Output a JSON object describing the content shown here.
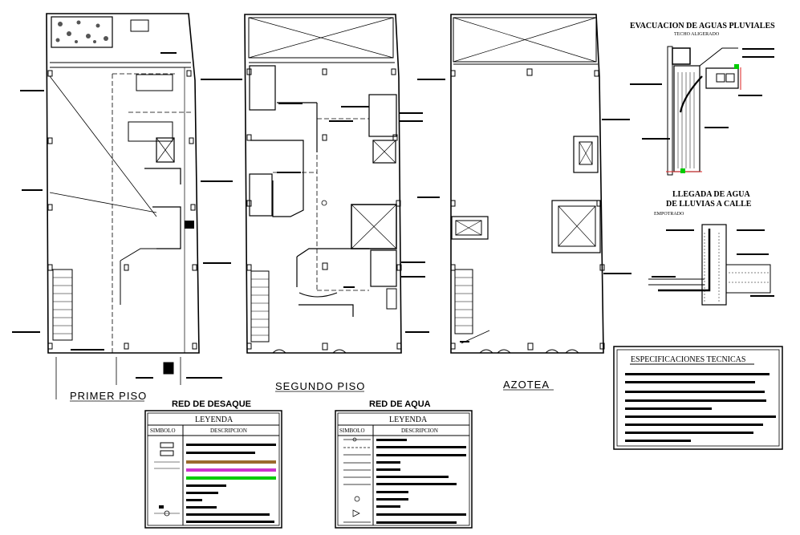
{
  "plans": {
    "primer_piso": "PRIMER PISO",
    "segundo_piso": "SEGUNDO PISO",
    "azotea": "AZOTEA"
  },
  "details": {
    "evacuacion": "EVACUACION DE AGUAS PLUVIALES",
    "techo": "TECHO ALIGERADO",
    "llegada_line1": "LLEGADA DE AGUA",
    "llegada_line2": "DE LLUVIAS A CALLE",
    "empotrado": "EMPOTRADO"
  },
  "legend_desague": {
    "network": "RED DE DESAQUE",
    "title": "LEYENDA",
    "col_symbol": "SIMBOLO",
    "col_desc": "DESCRIPCION"
  },
  "legend_agua": {
    "network": "RED DE AQUA",
    "title": "LEYENDA",
    "col_symbol": "SIMBOLO",
    "col_desc": "DESCRIPCION"
  },
  "specs": {
    "title": "ESPECIFICACIONES TECNICAS"
  },
  "colors": {
    "line": "#000000",
    "green": "#00cc00",
    "magenta": "#cc33cc",
    "brown": "#9b6a2e",
    "red": "#dd2222",
    "foliage": "#4a4a4a"
  }
}
